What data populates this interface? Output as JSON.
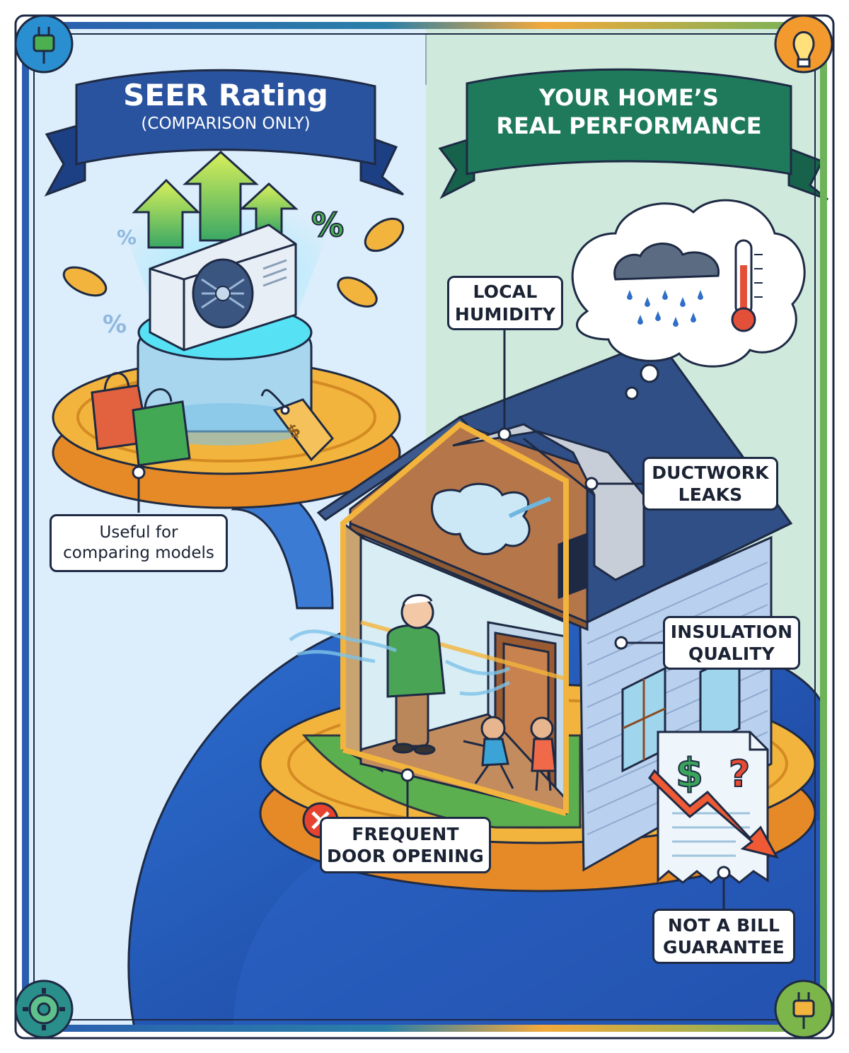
{
  "left_panel": {
    "title": "SEER Rating",
    "subtitle": "(COMPARISON ONLY)",
    "label": "Useful for comparing models",
    "label_lines": [
      "Useful for",
      "comparing models"
    ]
  },
  "right_panel": {
    "title_lines": [
      "YOUR HOME’S",
      "REAL PERFORMANCE"
    ],
    "labels": {
      "local_humidity": [
        "LOCAL",
        "HUMIDITY"
      ],
      "ductwork_leaks": [
        "DUCTWORK",
        "LEAKS"
      ],
      "insulation_quality": [
        "INSULATION",
        "QUALITY"
      ],
      "frequent_door_opening": [
        "FREQUENT",
        "DOOR OPENING"
      ],
      "not_a_bill_guarantee": [
        "NOT A BILL",
        "GUARANTEE"
      ]
    }
  },
  "symbols": {
    "percent": "%",
    "dollar": "$",
    "question": "?"
  },
  "colors": {
    "left_bg": "#dbeefb",
    "right_bg": "#cdebdc",
    "left_banner": "#2a4f9c",
    "right_banner": "#1f7a5c",
    "coin": "#f2b43c",
    "coin_edge": "#e58a26",
    "base_blue": "#2356b8",
    "frame_outline": "#1e2a44"
  },
  "icons": {
    "top_left": "plug-icon",
    "top_right": "lightbulb-icon",
    "bottom_left": "gear-icon",
    "bottom_right": "plug-icon"
  }
}
